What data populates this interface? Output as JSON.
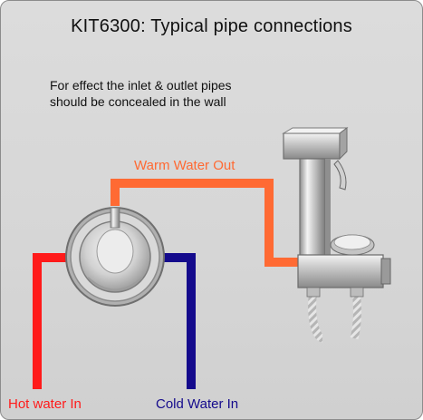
{
  "title": "KIT6300: Typical pipe connections",
  "note": {
    "line1": "For effect the inlet & outlet pipes",
    "line2": "should be concealed in the wall"
  },
  "labels": {
    "warm_out": "Warm Water Out",
    "hot_in": "Hot water In",
    "cold_in": "Cold Water In"
  },
  "colors": {
    "warm": "#ff6a33",
    "hot": "#ff1a1a",
    "cold": "#140a8c"
  }
}
